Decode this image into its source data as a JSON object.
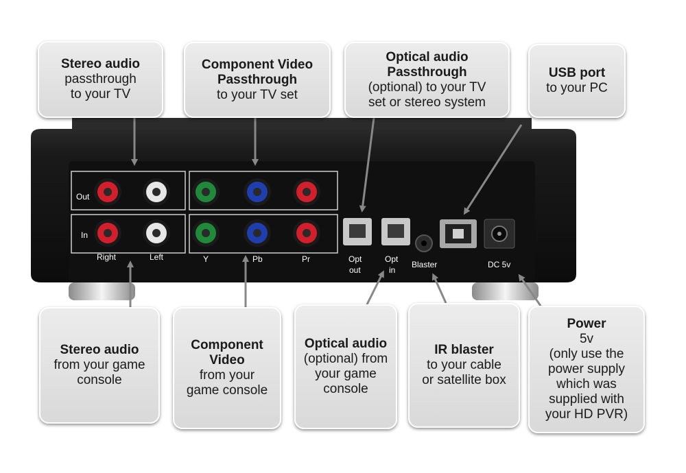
{
  "callouts": {
    "stereo_out": {
      "title": "Stereo audio",
      "body": "passthrough\nto your TV"
    },
    "component_out": {
      "title": "Component Video\nPassthrough",
      "body": "to your TV set"
    },
    "optical_out": {
      "title": "Optical audio\nPassthrough",
      "body": "(optional) to your TV\nset or stereo system"
    },
    "usb": {
      "title": "USB port",
      "body": "to your PC"
    },
    "stereo_in": {
      "title": "Stereo audio",
      "body": "from your game\nconsole"
    },
    "component_in": {
      "title": "Component\nVideo",
      "body": "from your\ngame console"
    },
    "optical_in": {
      "title": "Optical audio",
      "body": "(optional) from\nyour game\nconsole"
    },
    "ir": {
      "title": "IR blaster",
      "body": "to your cable\nor satellite box"
    },
    "power": {
      "title": "Power",
      "body": "5v\n(only use the\npower supply\nwhich was\nsupplied with\nyour HD PVR)"
    }
  },
  "panel_labels": {
    "out": "Out",
    "in": "In",
    "right": "Right",
    "left": "Left",
    "y": "Y",
    "pb": "Pb",
    "pr": "Pr",
    "opt_out_1": "Opt",
    "opt_out_2": "out",
    "opt_in_1": "Opt",
    "opt_in_2": "in",
    "blaster": "Blaster",
    "dc": "DC 5v"
  },
  "colors": {
    "red": "#d21f2b",
    "white": "#e8e8e8",
    "green": "#1f8a3a",
    "blue": "#1f3fb0",
    "device": "#151515"
  }
}
